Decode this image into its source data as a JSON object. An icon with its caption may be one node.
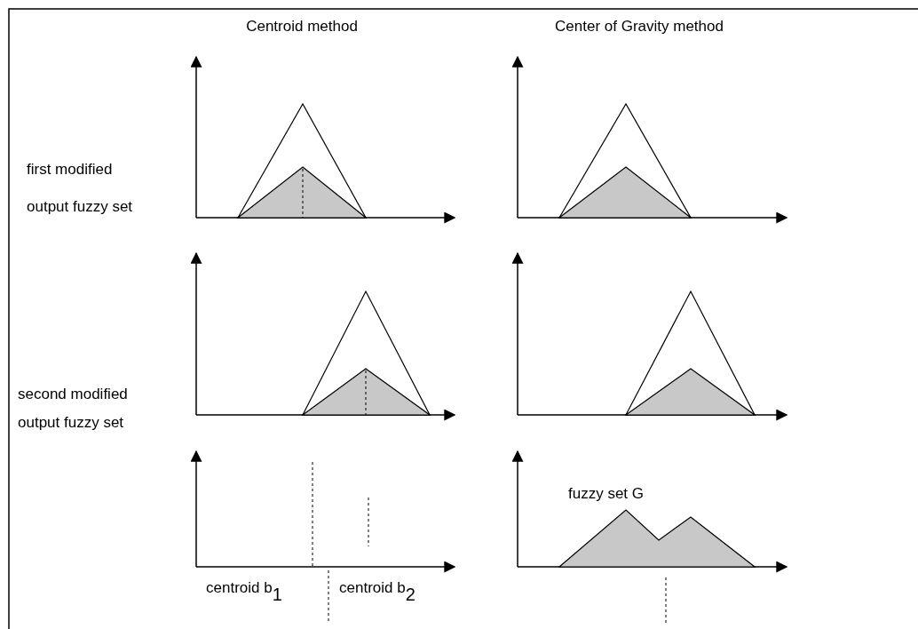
{
  "diagram": {
    "labels": [
      "Centroid method",
      "Center of Gravity method",
      "first modified output fuzzy set",
      "second modified output fuzzy set",
      "fuzzy set G",
      "centroid b$_{1}$",
      "centroid b$_{2}$"
    ]
  }
}
